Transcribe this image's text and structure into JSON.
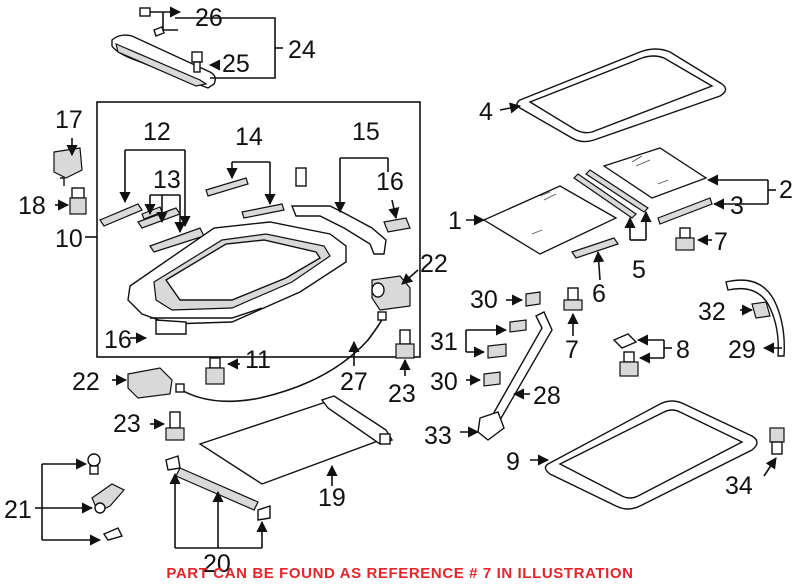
{
  "callouts": {
    "c1": "1",
    "c2": "2",
    "c3": "3",
    "c4": "4",
    "c5": "5",
    "c6": "6",
    "c7a": "7",
    "c7b": "7",
    "c8": "8",
    "c9": "9",
    "c10": "10",
    "c11": "11",
    "c12": "12",
    "c13": "13",
    "c14": "14",
    "c15": "15",
    "c16a": "16",
    "c16b": "16",
    "c17": "17",
    "c18": "18",
    "c19": "19",
    "c20": "20",
    "c21": "21",
    "c22a": "22",
    "c22b": "22",
    "c23a": "23",
    "c23b": "23",
    "c24": "24",
    "c25": "25",
    "c26": "26",
    "c27": "27",
    "c28": "28",
    "c29": "29",
    "c30a": "30",
    "c30b": "30",
    "c31": "31",
    "c32": "32",
    "c33": "33",
    "c34": "34"
  },
  "footer_note": "PART CAN BE FOUND AS REFERENCE # 7 IN ILLUSTRATION",
  "colors": {
    "note": "#e3262b",
    "line": "#111111"
  }
}
